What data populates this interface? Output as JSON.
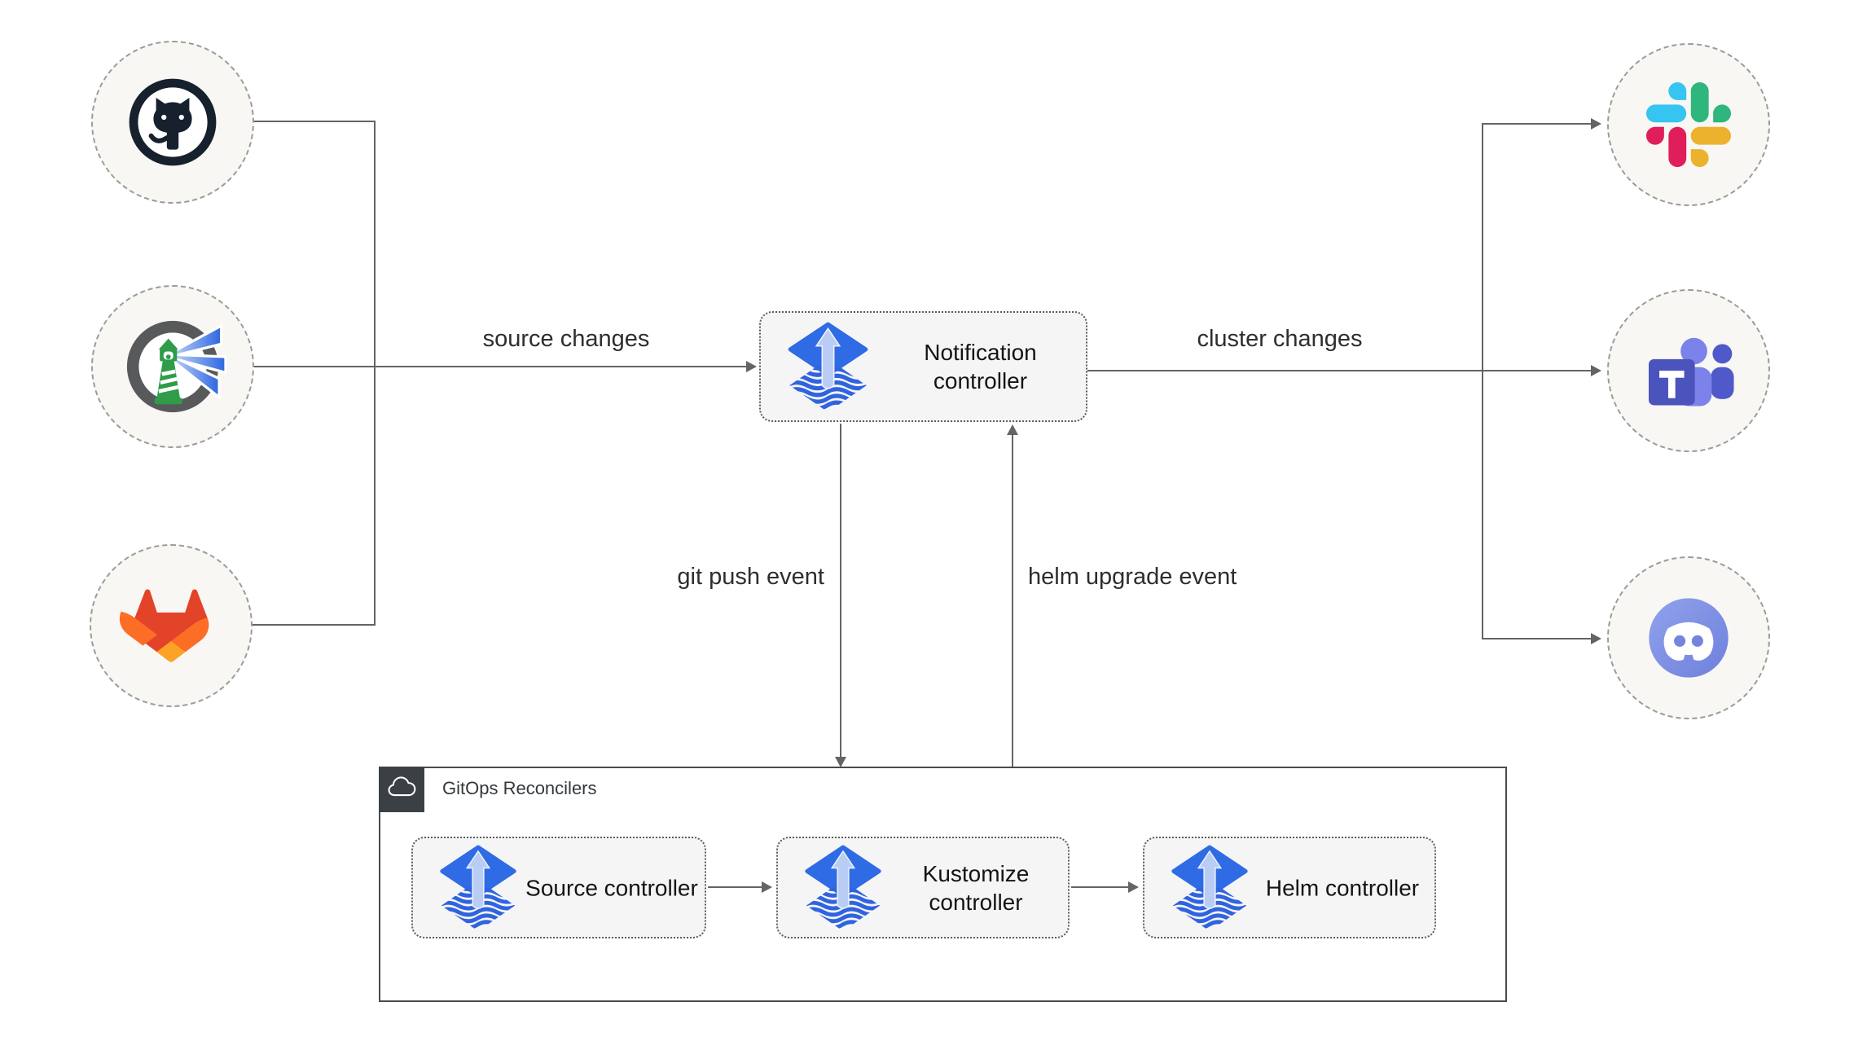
{
  "nodes": {
    "notification": {
      "label": "Notification controller",
      "icon": "flux-icon"
    },
    "source": {
      "label": "Source controller",
      "icon": "flux-icon"
    },
    "kustomize": {
      "label": "Kustomize controller",
      "icon": "flux-icon"
    },
    "helm": {
      "label": "Helm controller",
      "icon": "flux-icon"
    }
  },
  "group": {
    "title": "GitOps Reconcilers",
    "icon": "cloud-icon"
  },
  "edge_labels": {
    "source_changes": "source changes",
    "cluster_changes": "cluster changes",
    "git_push_event": "git push event",
    "helm_upgrade_event": "helm upgrade event"
  },
  "endpoints": {
    "left": [
      {
        "icon": "github-icon"
      },
      {
        "icon": "harbor-icon"
      },
      {
        "icon": "gitlab-icon"
      }
    ],
    "right": [
      {
        "icon": "slack-icon"
      },
      {
        "icon": "teams-icon"
      },
      {
        "icon": "discord-icon"
      }
    ]
  },
  "colors": {
    "flux_blue": "#2f6be4",
    "flux_wave_blue": "#3063df",
    "flux_arrow_light": "#b9cdf4",
    "edge_gray": "#646464",
    "node_bg": "#f5f5f5",
    "circle_bg": "#f8f7f4",
    "group_border": "#4b4b4d",
    "group_header_bg": "#3b4045",
    "github_dark": "#16212d",
    "harbor_green": "#2e9c49",
    "harbor_ring_gray": "#58595b",
    "gitlab": [
      "#e24329",
      "#fc6d26",
      "#fca326"
    ],
    "slack": [
      "#36c5f0",
      "#2eb67d",
      "#ecb22e",
      "#e01e5a"
    ],
    "teams": [
      "#4b53bc",
      "#7b83eb",
      "#5059c9"
    ],
    "discord_blurple": "#7d8ee8"
  }
}
